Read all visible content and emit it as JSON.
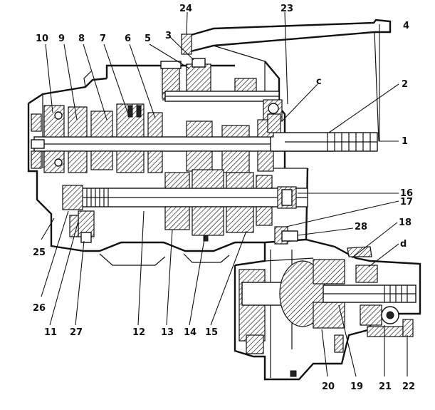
{
  "labels": [
    {
      "id": "10",
      "text": "10"
    },
    {
      "id": "9",
      "text": "9"
    },
    {
      "id": "8",
      "text": "8"
    },
    {
      "id": "7",
      "text": "7"
    },
    {
      "id": "6",
      "text": "6"
    },
    {
      "id": "5",
      "text": "5"
    },
    {
      "id": "3",
      "text": "3"
    },
    {
      "id": "24",
      "text": "24"
    },
    {
      "id": "23",
      "text": "23"
    },
    {
      "id": "4",
      "text": "4"
    },
    {
      "id": "c",
      "text": "c"
    },
    {
      "id": "2",
      "text": "2"
    },
    {
      "id": "1",
      "text": "1"
    },
    {
      "id": "16",
      "text": "16"
    },
    {
      "id": "17",
      "text": "17"
    },
    {
      "id": "18",
      "text": "18"
    },
    {
      "id": "28",
      "text": "28"
    },
    {
      "id": "d",
      "text": "d"
    },
    {
      "id": "25",
      "text": "25"
    },
    {
      "id": "26",
      "text": "26"
    },
    {
      "id": "11",
      "text": "11"
    },
    {
      "id": "27",
      "text": "27"
    },
    {
      "id": "12",
      "text": "12"
    },
    {
      "id": "13",
      "text": "13"
    },
    {
      "id": "14",
      "text": "14"
    },
    {
      "id": "15",
      "text": "15"
    },
    {
      "id": "20",
      "text": "20"
    },
    {
      "id": "19",
      "text": "19"
    },
    {
      "id": "21",
      "text": "21"
    },
    {
      "id": "22",
      "text": "22"
    }
  ]
}
